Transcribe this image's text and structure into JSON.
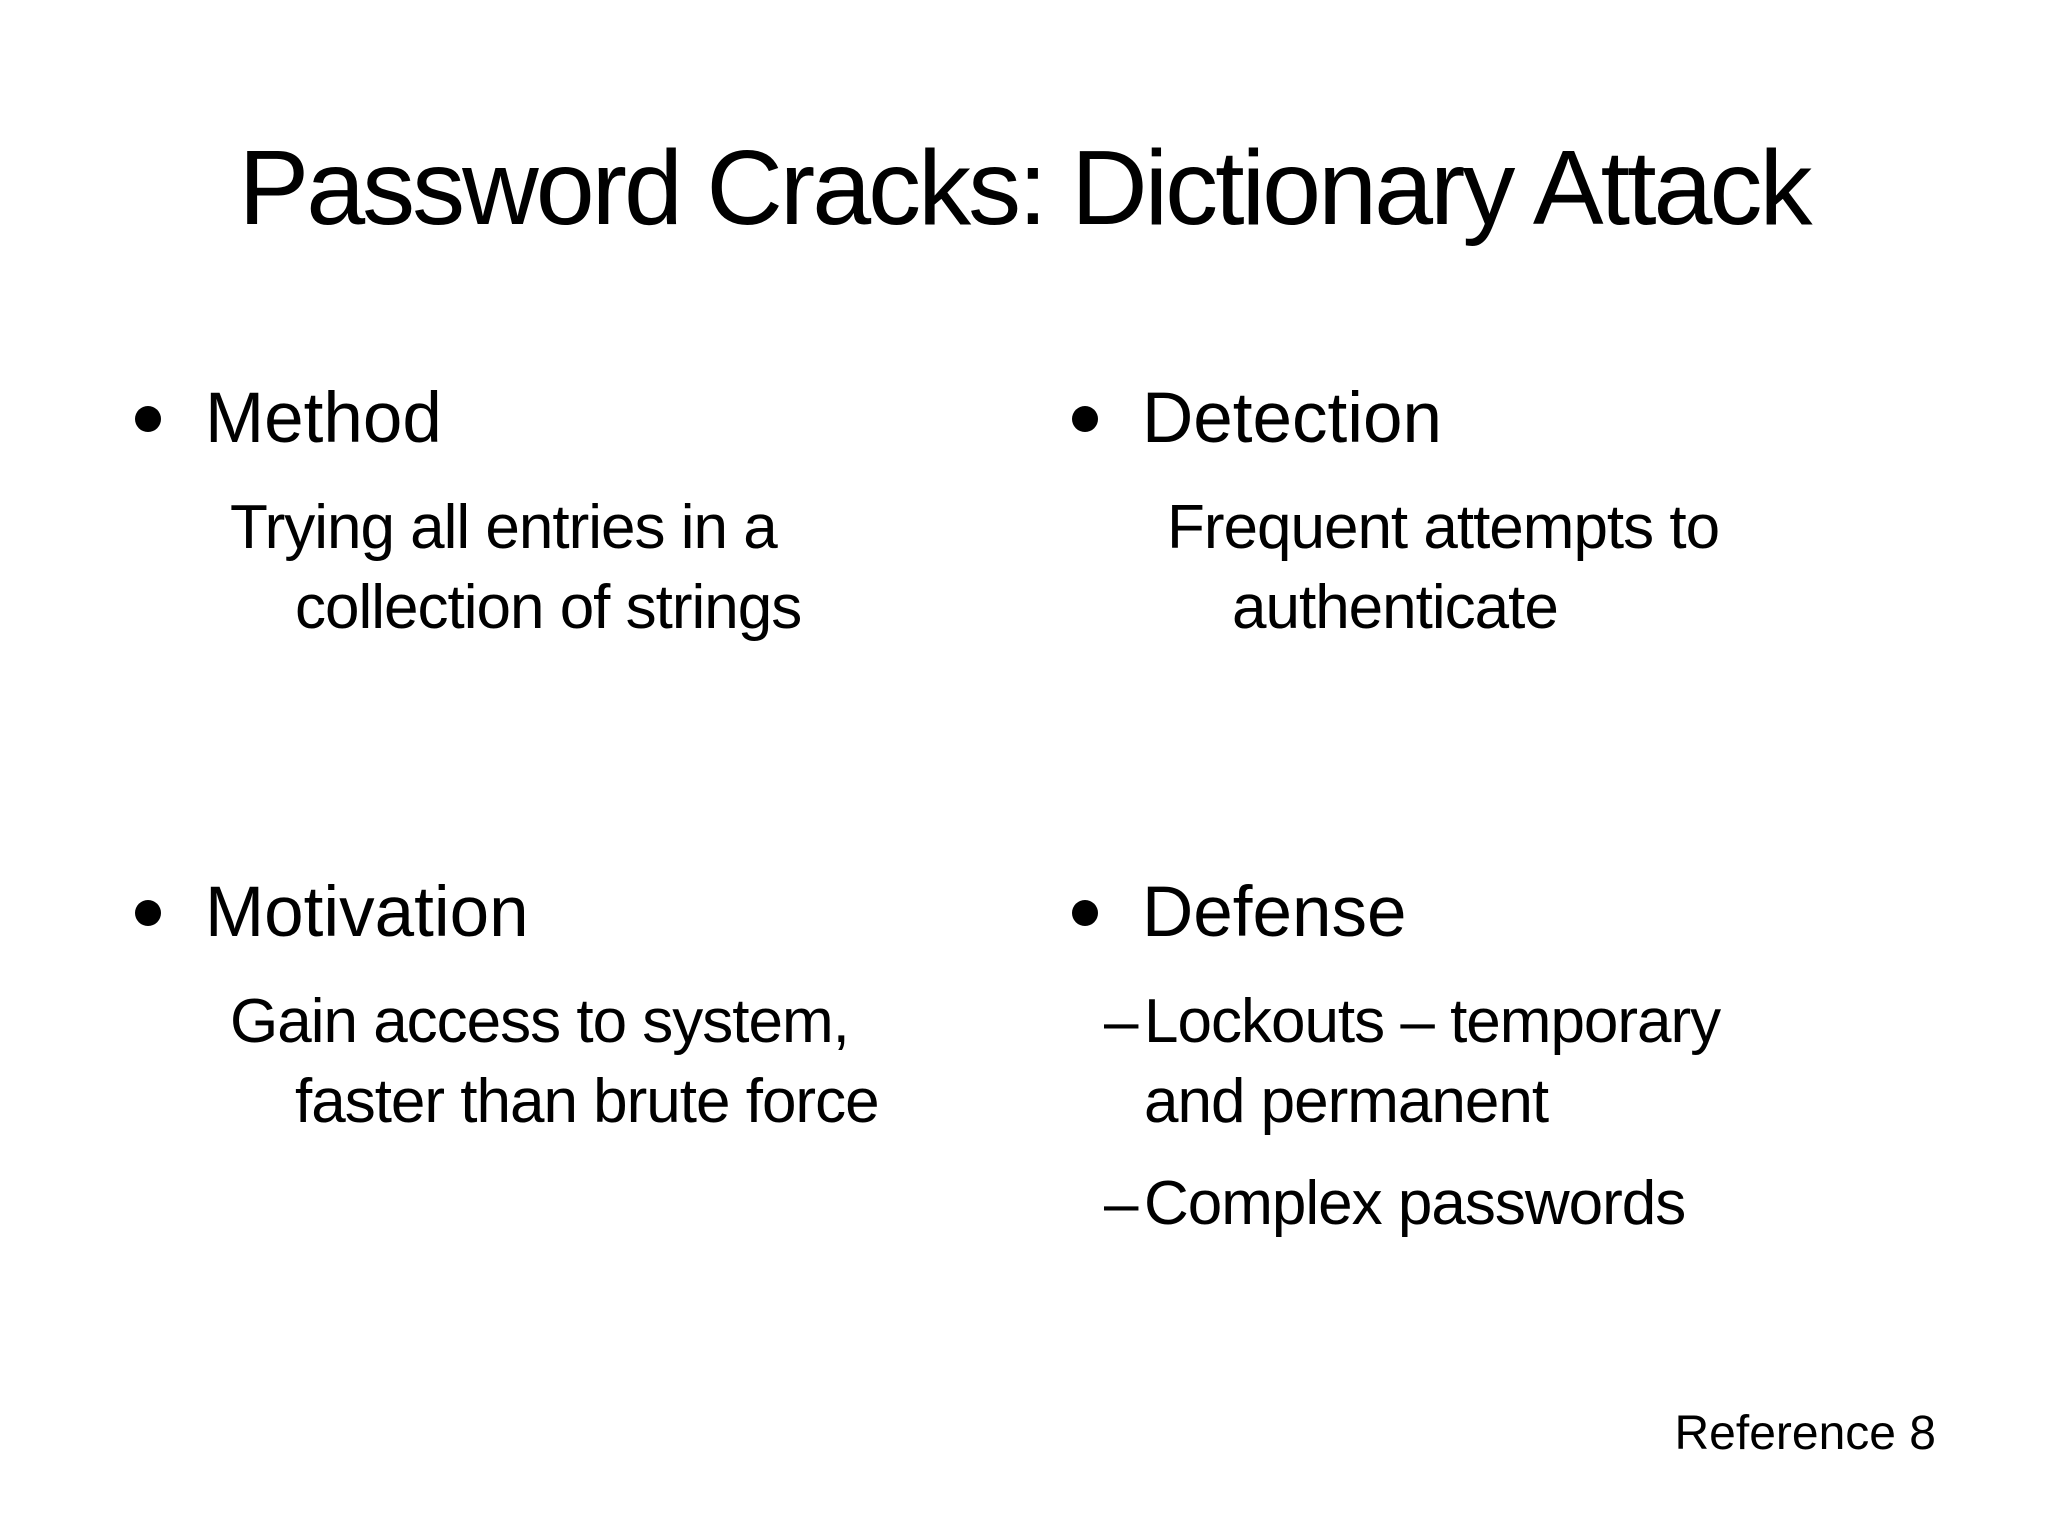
{
  "slide": {
    "title": "Password Cracks: Dictionary Attack",
    "bullet_glyph": "•",
    "dash_glyph": "–",
    "sections": [
      {
        "heading": "Method",
        "lines": [
          "Trying all entries in a",
          "collection of strings"
        ]
      },
      {
        "heading": "Detection",
        "lines": [
          "Frequent attempts to",
          "authenticate"
        ]
      },
      {
        "heading": "Motivation",
        "lines": [
          "Gain access to system,",
          "faster than brute force"
        ]
      },
      {
        "heading": "Defense",
        "items": [
          {
            "lines": [
              "Lockouts – temporary",
              "and permanent"
            ]
          },
          {
            "lines": [
              "Complex passwords"
            ]
          }
        ]
      }
    ],
    "footer": "Reference 8"
  },
  "colors": {
    "background": "#ffffff",
    "text": "#000000"
  }
}
